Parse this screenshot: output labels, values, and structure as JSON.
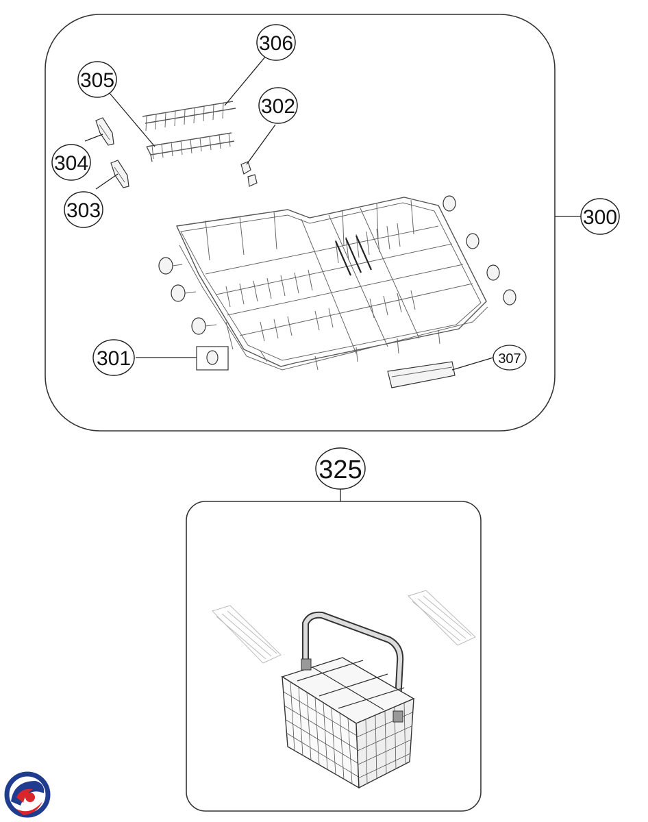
{
  "callouts": {
    "c300": "300",
    "c301": "301",
    "c302": "302",
    "c303": "303",
    "c304": "304",
    "c305": "305",
    "c306": "306",
    "c307": "307",
    "c325": "325"
  },
  "colors": {
    "line": "#333333",
    "logo_blue": "#1f3c8f",
    "logo_red": "#d9262c"
  },
  "icons": {
    "logo": "brand-swirl-logo"
  }
}
